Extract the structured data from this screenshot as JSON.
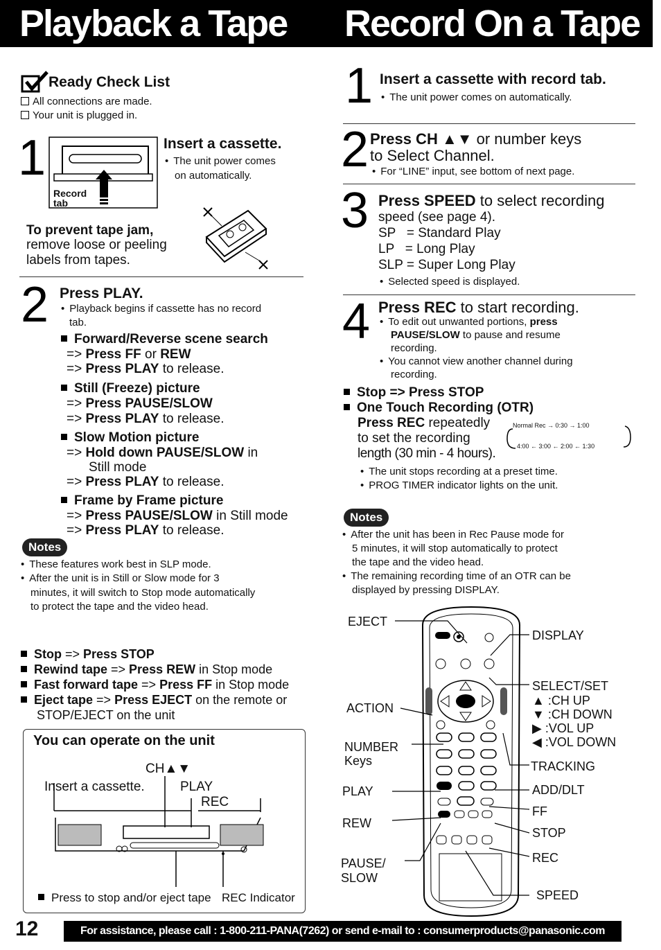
{
  "header": {
    "left_title": "Playback a Tape",
    "right_title": "Record On a Tape"
  },
  "ready": {
    "title": "Ready Check List",
    "items": [
      "All connections are made.",
      "Your unit is plugged in."
    ]
  },
  "play_step1": {
    "num": "1",
    "title": "Insert a cassette.",
    "note_l1": "The unit power comes",
    "note_l2": "on automatically.",
    "record_tab_l1": "Record",
    "record_tab_l2": "tab",
    "jam_title": "To prevent tape jam,",
    "jam_l1": "remove loose or peeling",
    "jam_l2": "labels from tapes."
  },
  "play_step2": {
    "num": "2",
    "title": "Press PLAY.",
    "note_l1": "Playback begins if cassette has no record",
    "note_l2": "tab.",
    "s1_title": "Forward/Reverse scene search",
    "s1_l1_a": "=> ",
    "s1_l1_b": "Press FF",
    "s1_l1_c": " or ",
    "s1_l1_d": "REW",
    "s1_l2_a": "=> ",
    "s1_l2_b": "Press PLAY",
    "s1_l2_c": " to release.",
    "s2_title": "Still (Freeze) picture",
    "s2_l1_a": "=> ",
    "s2_l1_b": "Press PAUSE/SLOW",
    "s2_l2_a": "=> ",
    "s2_l2_b": "Press PLAY",
    "s2_l2_c": " to release.",
    "s3_title": "Slow Motion picture",
    "s3_l1_a": "=> ",
    "s3_l1_b": "Hold down PAUSE/SLOW",
    "s3_l1_c": " in",
    "s3_l2": "Still mode",
    "s3_l3_a": "=> ",
    "s3_l3_b": "Press PLAY",
    "s3_l3_c": " to release.",
    "s4_title": "Frame by Frame picture",
    "s4_l1_a": "=> ",
    "s4_l1_b": "Press PAUSE/SLOW",
    "s4_l1_c": " in Still mode",
    "s4_l2_a": "=> ",
    "s4_l2_b": "Press PLAY",
    "s4_l2_c": " to release."
  },
  "play_notes": {
    "badge": "Notes",
    "n1": "These features work best in SLP mode.",
    "n2_l1": "After the unit is in Still or Slow mode for 3",
    "n2_l2": "minutes, it will switch to Stop mode automatically",
    "n2_l3": "to protect the tape and the video head."
  },
  "play_ops": {
    "o1_a": "Stop",
    "o1_b": " => ",
    "o1_c": "Press STOP",
    "o2_a": "Rewind tape",
    "o2_b": " => ",
    "o2_c": "Press REW",
    "o2_d": " in Stop mode",
    "o3_a": "Fast forward tape",
    "o3_b": " => ",
    "o3_c": "Press FF",
    "o3_d": " in Stop mode",
    "o4_a": "Eject tape",
    "o4_b": " => ",
    "o4_c": "Press EJECT",
    "o4_d": " on the remote or",
    "o4_l2": "STOP/EJECT on the unit"
  },
  "unit_box": {
    "title": "You can operate on the unit",
    "ch": "CH▲▼",
    "insert": "Insert a cassette.",
    "play": "PLAY",
    "rec": "REC",
    "stop_note": "Press to stop and/or eject tape",
    "rec_indicator": "REC Indicator"
  },
  "rec_step1": {
    "num": "1",
    "title": "Insert a cassette with record tab.",
    "note": "The unit power comes on automatically."
  },
  "rec_step2": {
    "num": "2",
    "t1_a": "Press CH ▲▼",
    "t1_b": " or number keys",
    "t2": "to Select Channel.",
    "note": "For “LINE” input, see bottom of next page."
  },
  "rec_step3": {
    "num": "3",
    "t1_a": "Press SPEED",
    "t1_b": " to select recording",
    "t2": "speed (see page 4).",
    "sp": "SP   = Standard Play",
    "lp": "LP   = Long Play",
    "slp": "SLP = Super Long Play",
    "note": "Selected speed is displayed."
  },
  "rec_step4": {
    "num": "4",
    "t_a": "Press REC",
    "t_b": " to start recording.",
    "n1_l1_a": "To edit out unwanted portions, ",
    "n1_l1_b": "press",
    "n1_l2_a": "PAUSE/SLOW",
    "n1_l2_b": " to pause and resume",
    "n1_l3": "recording.",
    "n2_l1": "You cannot view another channel during",
    "n2_l2": "recording."
  },
  "rec_ops": {
    "stop": "Stop => Press STOP",
    "otr": "One Touch Recording (OTR)",
    "otr_l1_a": "Press REC",
    "otr_l1_b": " repeatedly",
    "otr_l2": "to set the recording",
    "otr_l3": "length (30 min - 4 hours).",
    "cycle_top": "Normal Rec → 0:30 → 1:00",
    "cycle_bottom": "4:00 ← 3:00 ← 2:00 ← 1:30",
    "n1": "The unit stops recording at a preset time.",
    "n2": "PROG TIMER indicator lights on the unit."
  },
  "rec_notes": {
    "badge": "Notes",
    "n1_l1": "After the unit has been in Rec Pause mode for",
    "n1_l2": "5 minutes, it will stop automatically to protect",
    "n1_l3": "the tape and the video head.",
    "n2_l1": "The remaining recording time of an OTR can be",
    "n2_l2": "displayed by pressing DISPLAY."
  },
  "remote": {
    "eject": "EJECT",
    "display": "DISPLAY",
    "select": "SELECT/SET",
    "ch_up": "▲ :CH UP",
    "ch_down": "▼ :CH DOWN",
    "vol_up": "▶ :VOL UP",
    "vol_down": "◀ :VOL DOWN",
    "action": "ACTION",
    "number_l1": "NUMBER",
    "number_l2": "Keys",
    "tracking": "TRACKING",
    "add_dlt": "ADD/DLT",
    "play": "PLAY",
    "ff": "FF",
    "rew": "REW",
    "stop": "STOP",
    "pause_l1": "PAUSE/",
    "pause_l2": "SLOW",
    "rec": "REC",
    "speed": "SPEED"
  },
  "footer": {
    "page": "12",
    "assist": "For assistance, please call : 1-800-211-PANA(7262) or send e-mail to : consumerproducts@panasonic.com"
  }
}
